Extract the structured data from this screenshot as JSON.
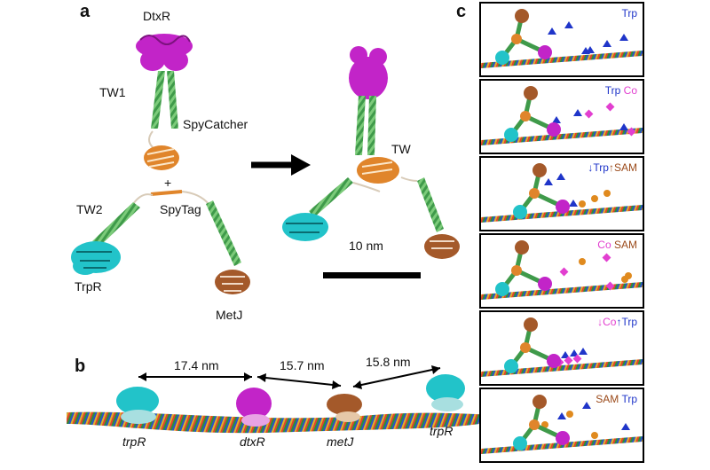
{
  "panels": {
    "a": "a",
    "b": "b",
    "c": "c"
  },
  "panel_a": {
    "dtxr": "DtxR",
    "tw1": "TW1",
    "spycatcher": "SpyCatcher",
    "plus": "+",
    "tw2": "TW2",
    "spytag": "SpyTag",
    "trpr": "TrpR",
    "metj": "MetJ",
    "tw": "TW",
    "scale": "10 nm"
  },
  "panel_b": {
    "d1": "17.4 nm",
    "d2": "15.7 nm",
    "d3": "15.8 nm",
    "sites": [
      "trpR",
      "dtxR",
      "metJ",
      "trpR"
    ]
  },
  "panel_c": {
    "rows": [
      {
        "parts": [
          {
            "t": "Trp",
            "c": "trp"
          }
        ]
      },
      {
        "parts": [
          {
            "t": "Trp",
            "c": "trp"
          },
          {
            "t": " ",
            "c": ""
          },
          {
            "t": "Co",
            "c": "co"
          }
        ]
      },
      {
        "parts": [
          {
            "t": "↓Trp",
            "c": "trp"
          },
          {
            "t": "↑SAM",
            "c": "sam"
          }
        ]
      },
      {
        "parts": [
          {
            "t": "Co",
            "c": "co"
          },
          {
            "t": " ",
            "c": ""
          },
          {
            "t": "SAM",
            "c": "sam"
          }
        ]
      },
      {
        "parts": [
          {
            "t": "↓Co",
            "c": "co"
          },
          {
            "t": "↑Trp",
            "c": "trp"
          }
        ]
      },
      {
        "parts": [
          {
            "t": "SAM",
            "c": "sam"
          },
          {
            "t": " ",
            "c": ""
          },
          {
            "t": "Trp",
            "c": "trp"
          }
        ]
      }
    ]
  },
  "colors": {
    "dtxr": "#c224c8",
    "trpr": "#22c3c9",
    "metj": "#a4592a",
    "linker": "#3f9a4a",
    "spy": "#e0852b",
    "trp": "#1f35c9",
    "co": "#e23fd0",
    "sam": "#e08a1e"
  }
}
